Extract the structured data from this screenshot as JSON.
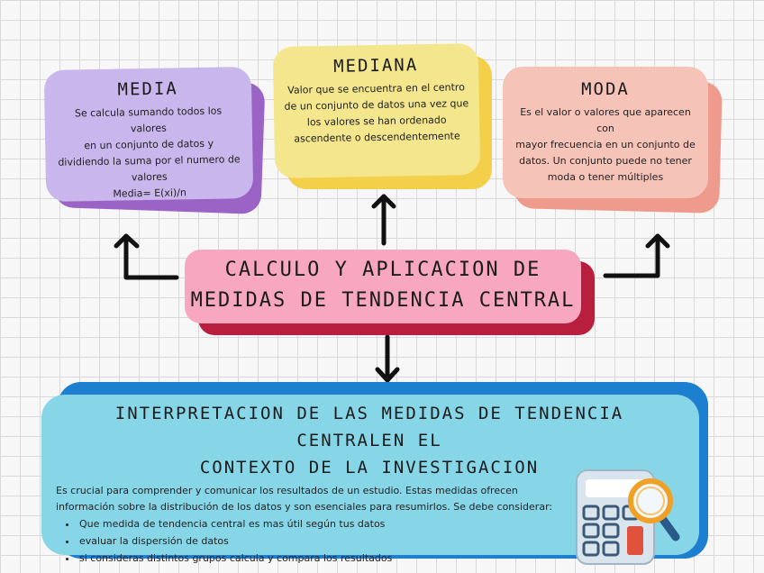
{
  "media": {
    "title": "MEDIA",
    "lines": [
      "Se calcula sumando todos los valores",
      "en un conjunto de datos y",
      "dividiendo la suma por el numero de",
      "valores",
      "Media= E(xi)/n"
    ]
  },
  "mediana": {
    "title": "MEDIANA",
    "lines": [
      "Valor que se encuentra en el centro",
      "de un conjunto de datos una vez que",
      "los valores se han ordenado",
      "ascendente o descendentemente"
    ]
  },
  "moda": {
    "title": "MODA",
    "lines": [
      "Es el valor o valores que aparecen con",
      "mayor frecuencia en un conjunto de",
      "datos. Un conjunto puede no tener",
      "moda o tener múltiples"
    ]
  },
  "center": {
    "line1": "CALCULO Y APLICACION DE",
    "line2": "MEDIDAS DE TENDENCIA CENTRAL"
  },
  "bottom": {
    "title_line1": "INTERPRETACION DE LAS MEDIDAS DE TENDENCIA CENTRALEN EL",
    "title_line2": "CONTEXTO DE LA INVESTIGACION",
    "intro_line1": "Es crucial para comprender y comunicar los resultados de un estudio. Estas medidas ofrecen",
    "intro_line2": "información sobre la distribución de los datos y son esenciales para resumirlos. Se debe considerar:",
    "bullets": [
      "Que medida de tendencia central es mas útil según tus datos",
      "evaluar la dispersión de datos",
      "si consideras distintos grupos calcula y compara los resultados"
    ]
  },
  "colors": {
    "media_card": "#c8b6ec",
    "media_shadow": "#9b63c5",
    "mediana_card": "#f3e68c",
    "mediana_shadow": "#f4cf4a",
    "moda_card": "#f6c3b8",
    "moda_shadow": "#ee9b8d",
    "center_card": "#f7a8c0",
    "center_shadow": "#b81f3f",
    "bottom_card": "#86d6e8",
    "bottom_shadow": "#1d7fd0"
  },
  "icons": {
    "illustration": "calculator-with-magnifier-icon"
  }
}
